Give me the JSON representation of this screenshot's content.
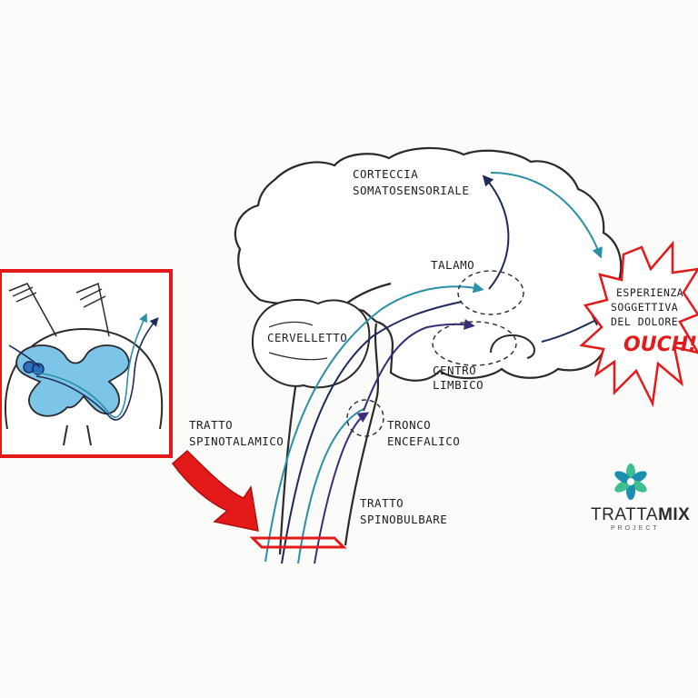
{
  "labels": {
    "cortex": [
      "CORTECCIA",
      "SOMATOSENSORIALE"
    ],
    "thalamus": "TALAMO",
    "cerebellum": "CERVELLETTO",
    "limbic": [
      "CENTRO",
      "LIMBICO"
    ],
    "brainstem": [
      "TRONCO",
      "ENCEFALICO"
    ],
    "spinothalamic": [
      "TRATTO",
      "SPINOTALAMICO"
    ],
    "spinobulbar": [
      "TRATTO",
      "SPINOBULBARE"
    ],
    "pain_experience": [
      "ESPERIENZA",
      "SOGGETTIVA",
      "DEL DOLORE"
    ],
    "ouch": "OUCH!"
  },
  "logo": {
    "name_part1": "TRATTA",
    "name_part2": "MIX",
    "subtitle": "PROJECT"
  },
  "colors": {
    "outline": "#2a2a2a",
    "highlight_red": "#e3191a",
    "spinal_blue": "#7cc4e8",
    "tract_teal": "#2a8fa8",
    "tract_navy": "#1c2a5c",
    "tract_purple": "#3d2a7a",
    "logo_green": "#3fbf8f",
    "logo_teal": "#1a8fb0"
  }
}
